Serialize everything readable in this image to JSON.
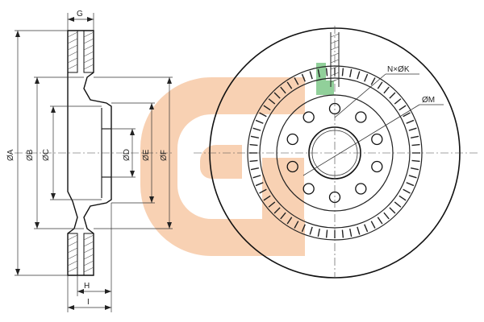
{
  "labels": {
    "dia_a": "ØA",
    "dia_b": "ØB",
    "dia_c": "ØC",
    "dia_d": "ØD",
    "dia_e": "ØE",
    "dia_f": "ØF",
    "thick_g": "G",
    "thick_h": "H",
    "thick_i": "I",
    "bolt_spec": "N×ØK",
    "dia_m": "ØM"
  },
  "colors": {
    "watermark_orange": "#f7c9a6",
    "watermark_green": "#7ec889",
    "line": "#222222"
  },
  "disc": {
    "bolt_count": 10
  }
}
